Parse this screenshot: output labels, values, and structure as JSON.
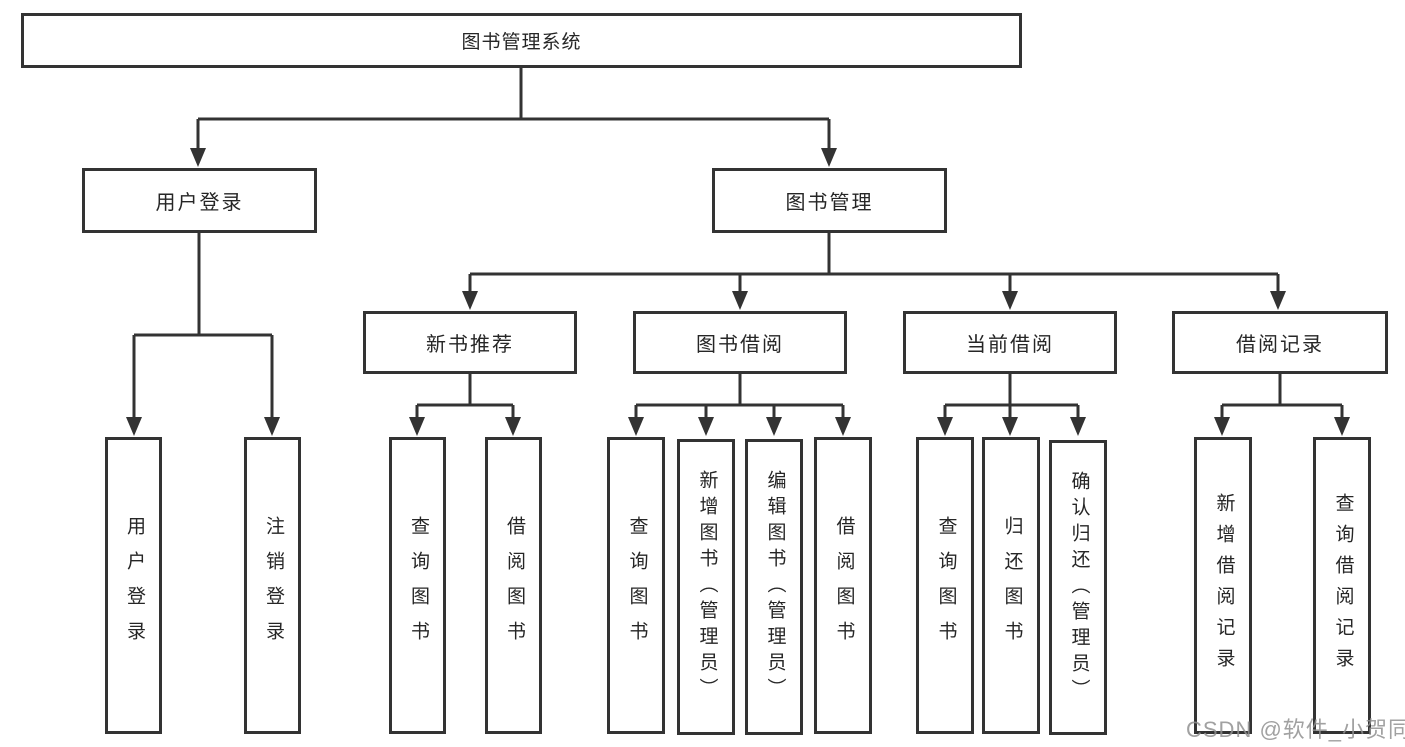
{
  "diagram_title": "图书管理系统",
  "tree": {
    "root": {
      "label": "图书管理系统"
    },
    "branches": [
      {
        "label": "用户登录",
        "children": [
          {
            "label": "用户登录"
          },
          {
            "label": "注销登录"
          }
        ]
      },
      {
        "label": "图书管理",
        "children": [
          {
            "label": "新书推荐",
            "children": [
              {
                "label": "查询图书"
              },
              {
                "label": "借阅图书"
              }
            ]
          },
          {
            "label": "图书借阅",
            "children": [
              {
                "label": "查询图书"
              },
              {
                "label": "新增图书（管理员）"
              },
              {
                "label": "编辑图书（管理员）"
              },
              {
                "label": "借阅图书"
              }
            ]
          },
          {
            "label": "当前借阅",
            "children": [
              {
                "label": "查询图书"
              },
              {
                "label": "归还图书"
              },
              {
                "label": "确认归还（管理员）"
              }
            ]
          },
          {
            "label": "借阅记录",
            "children": [
              {
                "label": "新增借阅记录"
              },
              {
                "label": "查询借阅记录"
              }
            ]
          }
        ]
      }
    ]
  },
  "watermark": {
    "text": "CSDN @软件_小贺同学"
  },
  "colors": {
    "line": "#333333",
    "text": "#262626",
    "background": "#ffffff",
    "watermark_gray": "#919191"
  }
}
